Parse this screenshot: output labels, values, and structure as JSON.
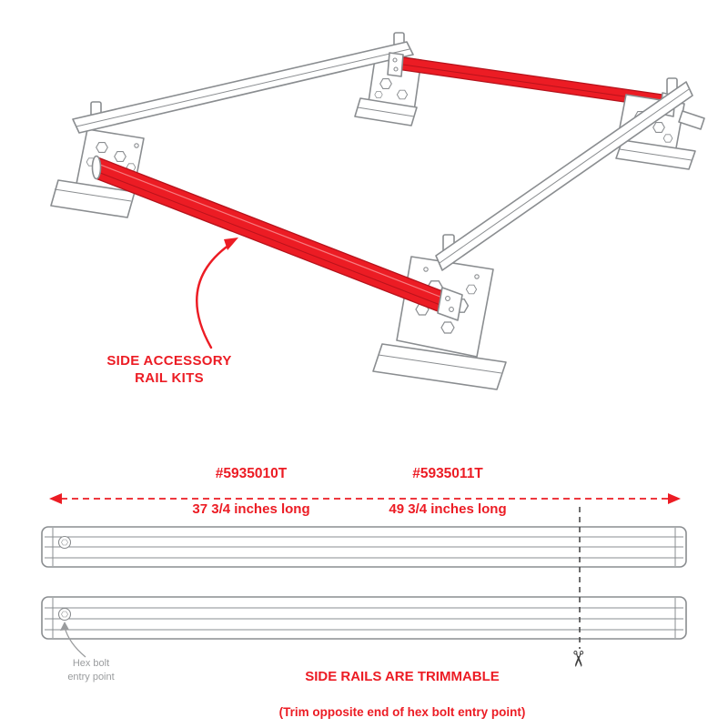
{
  "colors": {
    "accent_red": "#ec1c24",
    "accent_red_dark": "#b5121b",
    "outline_gray": "#8a8d90",
    "label_gray": "#9a9c9e",
    "cut_gray": "#3f3f3f"
  },
  "callout": {
    "label": "SIDE ACCESSORY\nRAIL KITS"
  },
  "parts": {
    "short": {
      "number": "#5935010T",
      "length": "37 3/4 inches long"
    },
    "long": {
      "number": "#5935011T",
      "length": "49 3/4 inches long"
    }
  },
  "notes": {
    "hex_bolt": "Hex bolt\nentry point",
    "trim_title": "SIDE RAILS ARE TRIMMABLE",
    "trim_subtitle": "(Trim opposite end of hex bolt entry point)"
  },
  "icons": {
    "scissors": "✂"
  }
}
